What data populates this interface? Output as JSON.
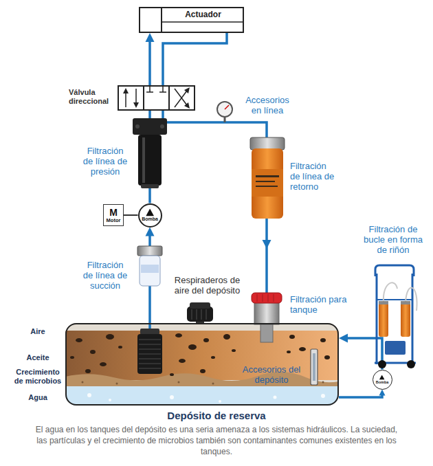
{
  "diagram": {
    "title": "Depósito de reserva",
    "caption": "El agua en los tanques del depósito es una seria amenaza a los sistemas hidráulicos. La suciedad, las partículas y el crecimiento de microbios también son contaminantes comunes existentes en los tanques.",
    "nodes": [
      {
        "text": [
          "Actuador"
        ]
      },
      {
        "text": [
          "M",
          "Motor"
        ]
      },
      {
        "text": [
          "Bomba"
        ]
      },
      {
        "text": [
          "Accesorios del depósito"
        ]
      },
      {
        "text": [
          "Bomba"
        ]
      }
    ],
    "edges": [
      {
        "from": 2,
        "to": 0,
        "arrow": "to"
      },
      {
        "from": 0,
        "to": 3,
        "arrow": "to"
      },
      {
        "from": 3,
        "to": 2,
        "arrow": "to"
      },
      {
        "from": 1,
        "to": 2,
        "arrow": "none"
      },
      {
        "from": 3,
        "to": 4,
        "arrow": "to"
      },
      {
        "from": 4,
        "to": 3,
        "arrow": "to"
      }
    ],
    "labels": [
      "Válvula direccional",
      "Accesorios en línea",
      "Filtración de línea de presión",
      "Filtración de línea de retorno",
      "Filtración de línea de succión",
      "Respiraderos de aire del depósito",
      "Filtración para tanque",
      "Filtración de bucle en forma de riñón",
      "Aire",
      "Aceite",
      "Crecimiento de microbios",
      "Agua"
    ]
  }
}
